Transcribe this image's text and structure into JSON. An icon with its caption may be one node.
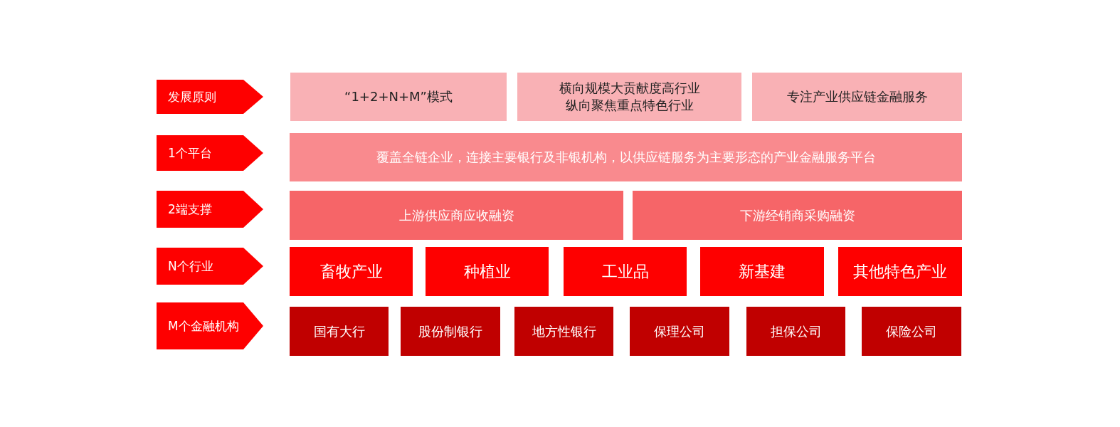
{
  "diagram": {
    "nodes": [
      {
        "text": [
          "发展原则"
        ]
      },
      {
        "text": [
          "“1+2+N+M”模式"
        ]
      },
      {
        "text": [
          "横向规模大贡献度高行业",
          "纵向聚焦重点特色行业"
        ]
      },
      {
        "text": [
          "专注产业供应链金融服务"
        ]
      },
      {
        "text": [
          "1个平台"
        ]
      },
      {
        "text": [
          "覆盖全链企业，连接主要银行及非银机构，以供应链服务为主要形态的产业金融服务平台"
        ]
      },
      {
        "text": [
          "2端支撑"
        ]
      },
      {
        "text": [
          "上游供应商应收融资"
        ]
      },
      {
        "text": [
          "下游经销商采购融资"
        ]
      },
      {
        "text": [
          "N个行业"
        ]
      },
      {
        "text": [
          "畜牧产业"
        ]
      },
      {
        "text": [
          "种植业"
        ]
      },
      {
        "text": [
          "工业品"
        ]
      },
      {
        "text": [
          "新基建"
        ]
      },
      {
        "text": [
          "其他特色产业"
        ]
      },
      {
        "text": [
          "M个金融机构"
        ]
      },
      {
        "text": [
          "国有大行"
        ]
      },
      {
        "text": [
          "股份制银行"
        ]
      },
      {
        "text": [
          "地方性银行"
        ]
      },
      {
        "text": [
          "保理公司"
        ]
      },
      {
        "text": [
          "担保公司"
        ]
      },
      {
        "text": [
          "保险公司"
        ]
      }
    ]
  }
}
